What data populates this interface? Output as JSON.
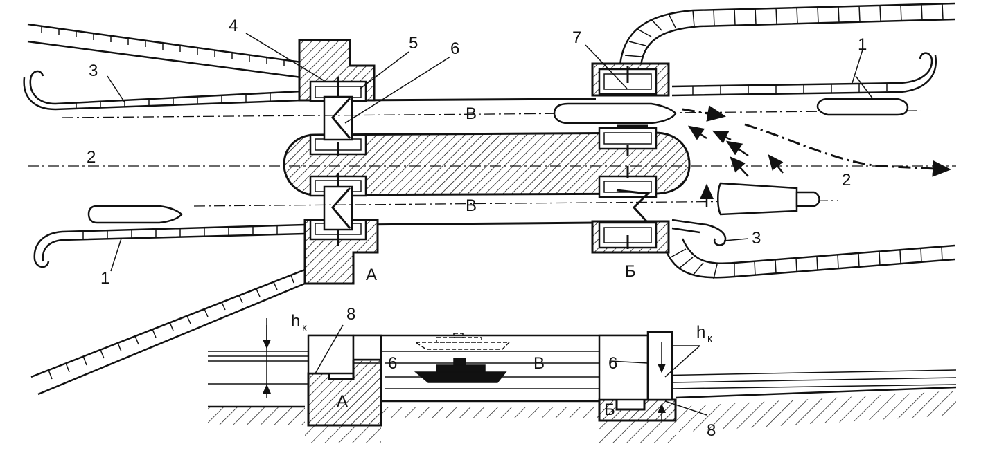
{
  "labels": {
    "n1_top": "1",
    "n1_bottom": "1",
    "n2_left": "2",
    "n2_right": "2",
    "n3_top": "3",
    "n3_bottom": "3",
    "n4": "4",
    "n5": "5",
    "n6_plan": "6",
    "n7": "7",
    "chamber_top": "В",
    "chamber_bottom": "В",
    "head_a": "А",
    "head_b": "Б",
    "n8_left": "8",
    "n8_right": "8",
    "hk_left": "h",
    "hk_left_sub": "к",
    "hk_right": "h",
    "hk_right_sub": "к",
    "n6_sec_left": "6",
    "n6_sec_right": "6",
    "chamber_sec": "В",
    "head_a_sec": "А",
    "head_b_sec": "Б"
  },
  "colors": {
    "ink": "#111111",
    "paper": "#ffffff"
  }
}
